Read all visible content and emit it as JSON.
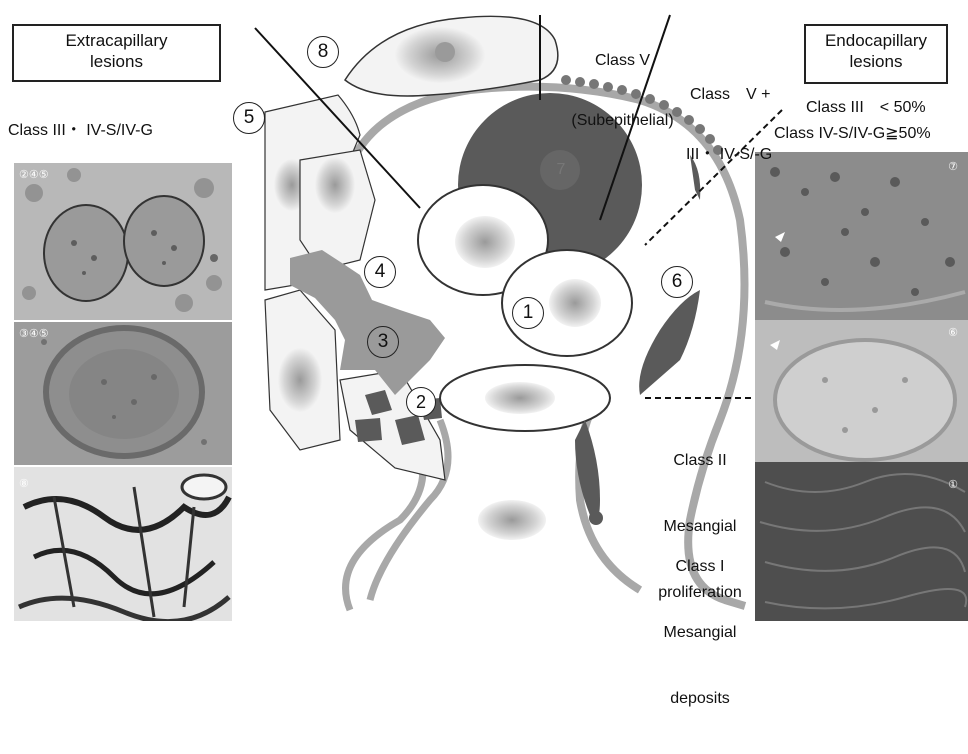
{
  "extracapillary": {
    "title_line1": "Extracapillary",
    "title_line2": "lesions",
    "class_label": "Class III・ IV-S/IV-G",
    "panel_top_marks": "②④⑤",
    "panel_mid_marks": "③④⑤",
    "panel_bot_marks": "⑧"
  },
  "endocapillary": {
    "title_line1": "Endocapillary",
    "title_line2": "lesions",
    "class_iii": "Class III　< 50%",
    "class_iv": "Class IV-S/IV-G≧50%",
    "panel_top_mark": "⑦",
    "panel_mid_mark": "⑥",
    "panel_bot_mark": "①"
  },
  "diagram": {
    "class_v_line1": "Class V",
    "class_v_line2": "(Subepithelial)",
    "class_v_combo_line1": "Class　V +",
    "class_v_combo_line2": "III・ IV-S/-G",
    "class_ii_line1": "Class II",
    "class_ii_line2": "Mesangial",
    "class_ii_line3": "proliferation",
    "class_i_line1": "Class I",
    "class_i_line2": "Mesangial",
    "class_i_line3": "deposits",
    "markers": {
      "m1": "1",
      "m2": "2",
      "m3": "3",
      "m4": "4",
      "m5": "5",
      "m6": "6",
      "m7": "7",
      "m8": "8"
    }
  },
  "colors": {
    "line_gray": "#a8a8a8",
    "dark_fill": "#5a5a5a",
    "mid_fill": "#9a9a9a",
    "light_fill": "#f3f3f3"
  }
}
